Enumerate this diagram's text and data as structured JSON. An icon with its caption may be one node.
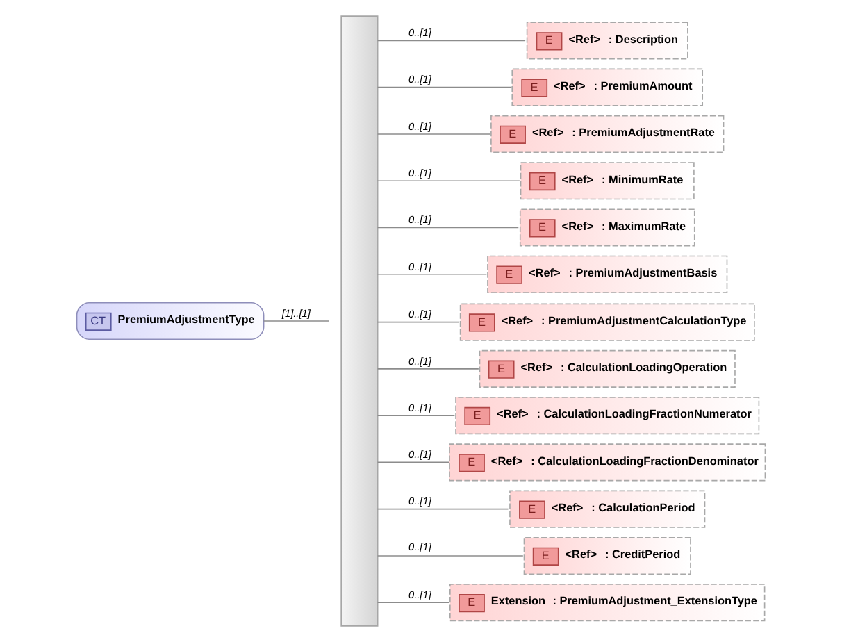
{
  "diagram": {
    "nodes": [
      {
        "text": [
          "CT",
          "PremiumAdjustmentType"
        ]
      },
      {
        "text": [],
        "shape": "bar"
      },
      {
        "text": [
          "E",
          "<Ref>",
          ": Description"
        ]
      },
      {
        "text": [
          "E",
          "<Ref>",
          ": PremiumAmount"
        ]
      },
      {
        "text": [
          "E",
          "<Ref>",
          ": PremiumAdjustmentRate"
        ]
      },
      {
        "text": [
          "E",
          "<Ref>",
          ": MinimumRate"
        ]
      },
      {
        "text": [
          "E",
          "<Ref>",
          ": MaximumRate"
        ]
      },
      {
        "text": [
          "E",
          "<Ref>",
          ": PremiumAdjustmentBasis"
        ]
      },
      {
        "text": [
          "E",
          "<Ref>",
          ": PremiumAdjustmentCalculationType"
        ]
      },
      {
        "text": [
          "E",
          "<Ref>",
          ": CalculationLoadingOperation"
        ]
      },
      {
        "text": [
          "E",
          "<Ref>",
          ": CalculationLoadingFractionNumerator"
        ]
      },
      {
        "text": [
          "E",
          "<Ref>",
          ": CalculationLoadingFractionDenominator"
        ]
      },
      {
        "text": [
          "E",
          "<Ref>",
          ": CalculationPeriod"
        ]
      },
      {
        "text": [
          "E",
          "<Ref>",
          ": CreditPeriod"
        ]
      },
      {
        "text": [
          "E",
          "Extension",
          ": PremiumAdjustment_ExtensionType"
        ]
      }
    ],
    "edges": [
      {
        "from": 0,
        "to": 1,
        "arrow": "none",
        "label": "[1]..[1]"
      },
      {
        "from": 1,
        "to": 2,
        "arrow": "none",
        "label": "0..[1]"
      },
      {
        "from": 1,
        "to": 3,
        "arrow": "none",
        "label": "0..[1]"
      },
      {
        "from": 1,
        "to": 4,
        "arrow": "none",
        "label": "0..[1]"
      },
      {
        "from": 1,
        "to": 5,
        "arrow": "none",
        "label": "0..[1]"
      },
      {
        "from": 1,
        "to": 6,
        "arrow": "none",
        "label": "0..[1]"
      },
      {
        "from": 1,
        "to": 7,
        "arrow": "none",
        "label": "0..[1]"
      },
      {
        "from": 1,
        "to": 8,
        "arrow": "none",
        "label": "0..[1]"
      },
      {
        "from": 1,
        "to": 9,
        "arrow": "none",
        "label": "0..[1]"
      },
      {
        "from": 1,
        "to": 10,
        "arrow": "none",
        "label": "0..[1]"
      },
      {
        "from": 1,
        "to": 11,
        "arrow": "none",
        "label": "0..[1]"
      },
      {
        "from": 1,
        "to": 12,
        "arrow": "none",
        "label": "0..[1]"
      },
      {
        "from": 1,
        "to": 13,
        "arrow": "none",
        "label": "0..[1]"
      },
      {
        "from": 1,
        "to": 14,
        "arrow": "none",
        "label": "0..[1]"
      }
    ]
  }
}
